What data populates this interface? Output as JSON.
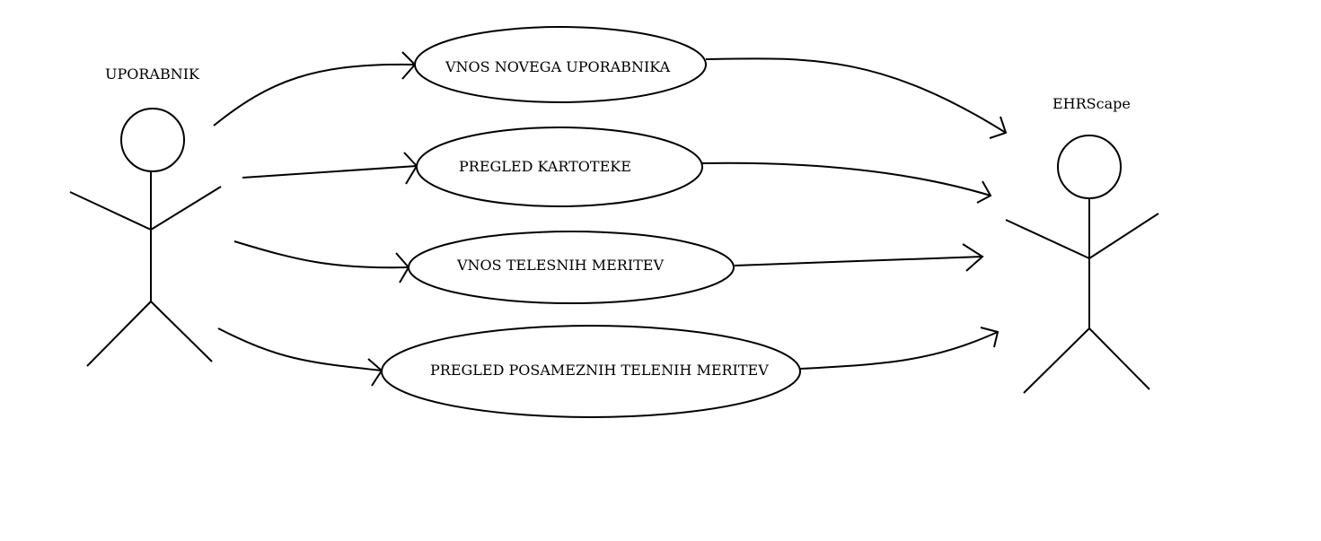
{
  "actors": {
    "user": {
      "label": "UPORABNIK",
      "icon": "stick-figure-icon"
    },
    "system": {
      "label": "EHRScape",
      "icon": "stick-figure-icon"
    }
  },
  "use_cases": [
    {
      "label": "VNOS NOVEGA UPORABNIKA"
    },
    {
      "label": "PREGLED KARTOTEKE"
    },
    {
      "label": "VNOS TELESNIH MERITEV"
    },
    {
      "label": "PREGLED POSAMEZNIH TELENIH MERITEV"
    }
  ],
  "colors": {
    "line": "#000000",
    "background": "#ffffff"
  }
}
